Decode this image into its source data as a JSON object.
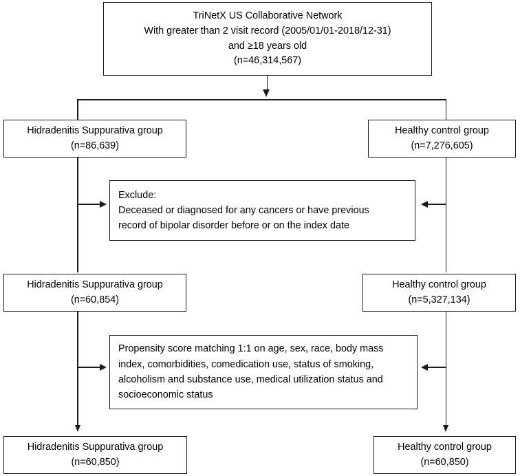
{
  "diagram": {
    "type": "study-flow-diagram",
    "nodes": {
      "source_cohort": {
        "line1": "TriNetX US Collaborative Network",
        "line2": "With greater than 2 visit record (2005/01/01-2018/12-31)",
        "line3": "and ≥18 years old",
        "line4": "(n=46,314,567)"
      },
      "hs_initial": {
        "label": "Hidradenitis Suppurativa group",
        "count": "(n=86,639)"
      },
      "control_initial": {
        "label": "Healthy control group",
        "count": "(n=7,276,605)"
      },
      "exclusion": {
        "line1": "Exclude:",
        "line2": "Deceased or diagnosed for any cancers or have previous",
        "line3": "record of bipolar disorder before or on the index date"
      },
      "hs_excluded": {
        "label": "Hidradenitis Suppurativa group",
        "count": "(n=60,854)"
      },
      "control_excluded": {
        "label": "Healthy control group",
        "count": "(n=5,327,134)"
      },
      "matching": {
        "line1": "Propensity score matching 1:1 on age, sex, race, body mass",
        "line2": "index, comorbidities, comedication use, status of smoking,",
        "line3": "alcoholism and substance use, medical utilization status and",
        "line4": "socioeconomic status"
      },
      "hs_matched": {
        "label": "Hidradenitis Suppurativa group",
        "count": "(n=60,850)"
      },
      "control_matched": {
        "label": "Healthy control group",
        "count": "(n=60,850)"
      }
    },
    "colors": {
      "stroke": "#1a1a1a",
      "background": "#ffffff",
      "text": "#000000"
    }
  }
}
